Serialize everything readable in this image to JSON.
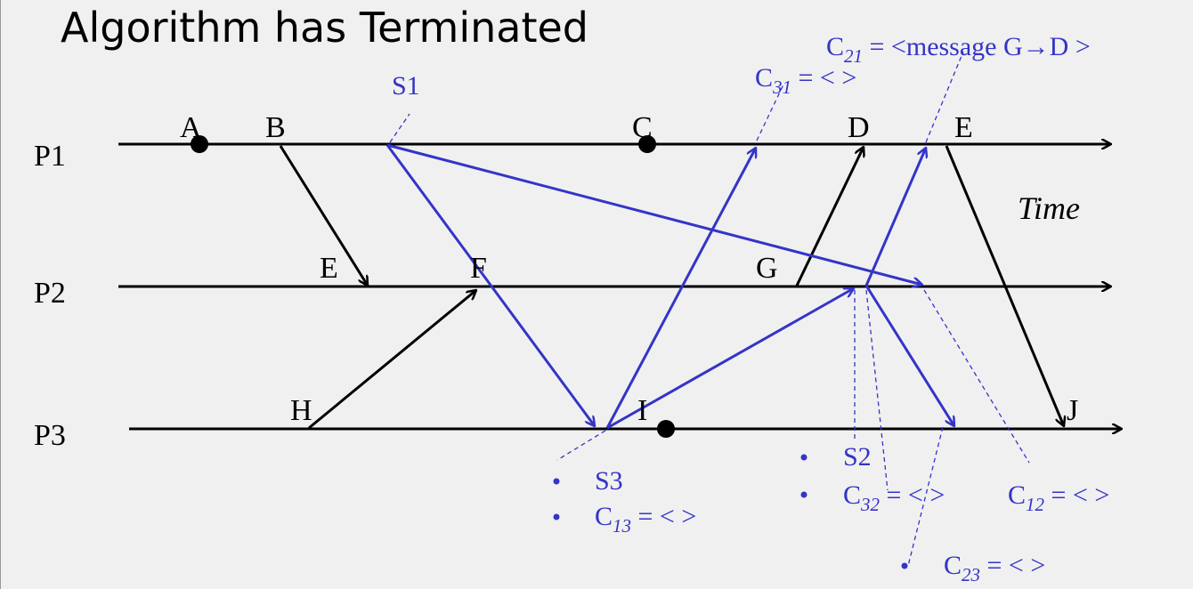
{
  "title": "Algorithm has Terminated",
  "time_label": "Time",
  "processes": [
    "P1",
    "P2",
    "P3"
  ],
  "events": {
    "A": "A",
    "B": "B",
    "C": "C",
    "D": "D",
    "E1": "E",
    "E2": "E",
    "F": "F",
    "G": "G",
    "H": "H",
    "I": "I",
    "J": "J"
  },
  "snapshots": {
    "s1": "S1",
    "s2": "S2",
    "s3": "S3"
  },
  "channels": {
    "c21_main": "C",
    "c21_sub": "21",
    "c21_rest": " = <message G→D >",
    "c31_main": "C",
    "c31_sub": "31",
    "c31_rest": " = < >",
    "c13_main": "C",
    "c13_sub": "13",
    "c13_rest": " = < >",
    "c32_main": "C",
    "c32_sub": "32",
    "c32_rest": " = < >",
    "c12_main": "C",
    "c12_sub": "12",
    "c12_rest": " = < >",
    "c23_main": "C",
    "c23_sub": "23",
    "c23_rest": " = < >"
  },
  "colors": {
    "marker_blue": "#3434c8",
    "regular_black": "#000000",
    "background": "#f0f0f0"
  }
}
